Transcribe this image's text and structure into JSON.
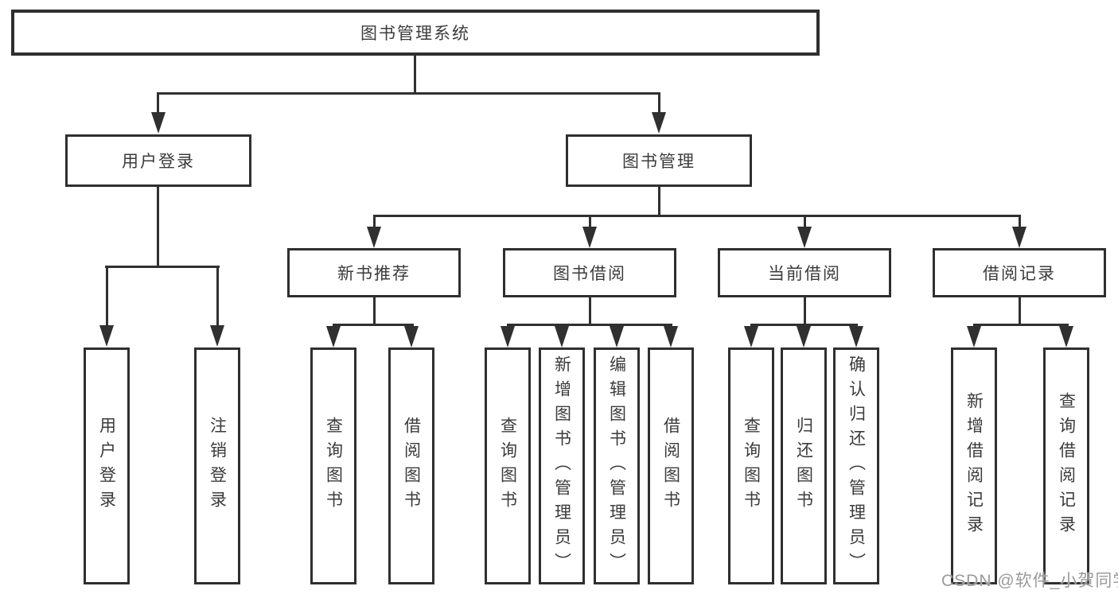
{
  "nodes": {
    "root": "图书管理系统",
    "user_login": "用户登录",
    "book_mgmt": "图书管理",
    "new_books": "新书推荐",
    "book_borrow": "图书借阅",
    "current_borrow": "当前借阅",
    "borrow_records": "借阅记录"
  },
  "leaves": {
    "user_login": [
      "用户登录",
      "注销登录"
    ],
    "new_books": [
      "查询图书",
      "借阅图书"
    ],
    "book_borrow": [
      "查询图书",
      "新增图书（管理员）",
      "编辑图书（管理员）",
      "借阅图书"
    ],
    "current_borrow": [
      "查询图书",
      "归还图书",
      "确认归还（管理员）"
    ],
    "borrow_records": [
      "新增借阅记录",
      "查询借阅记录"
    ]
  },
  "watermark": "CSDN @软件_小贺同学",
  "colors": {
    "line": "#303030",
    "border": "#2f2f2f",
    "text": "#3b3b3b",
    "background": "#ffffff",
    "watermark": "#9b9b9b"
  }
}
